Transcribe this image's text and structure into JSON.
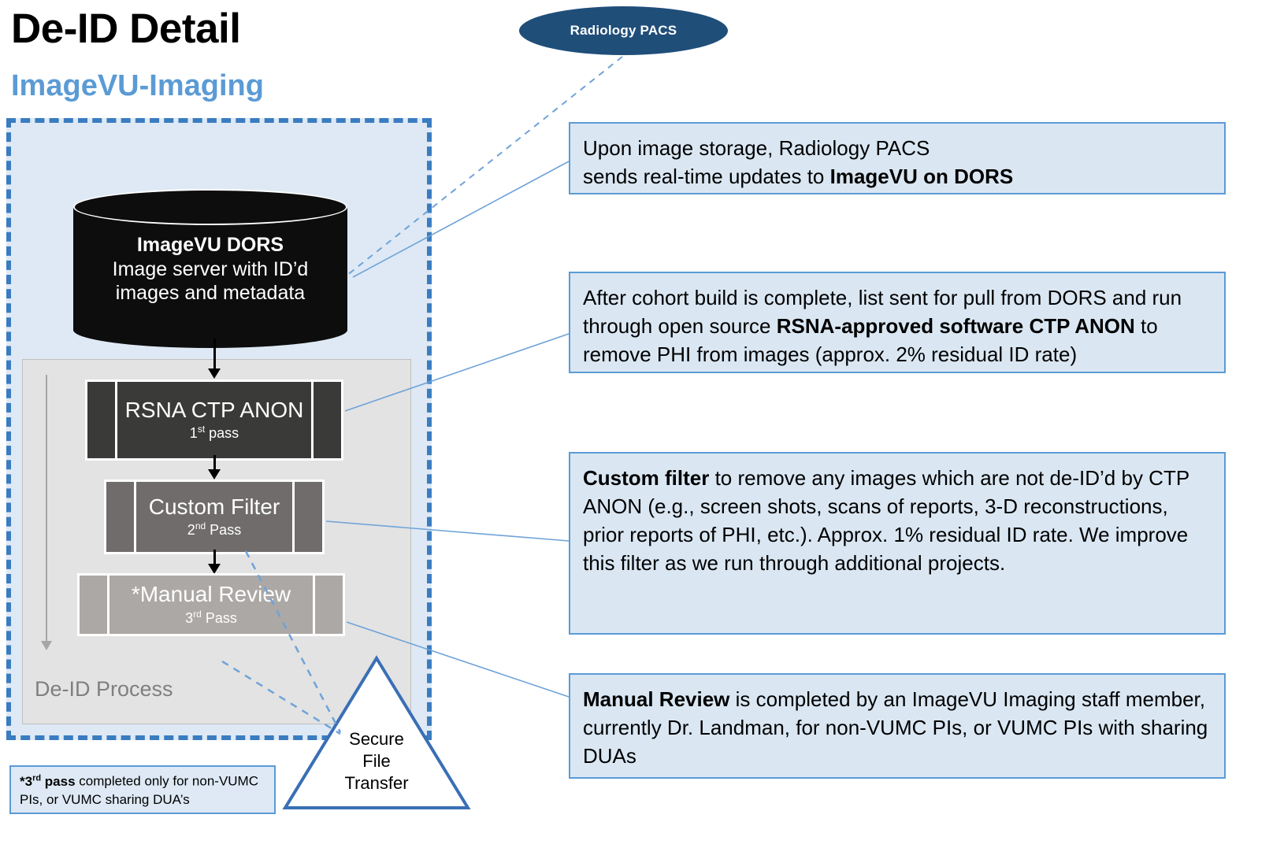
{
  "title": {
    "main": "De-ID Detail",
    "sub": "ImageVU-Imaging"
  },
  "source_node": {
    "label": "Radiology PACS",
    "shape": "ellipse",
    "fill": "#1F4E79",
    "text_color": "#ffffff"
  },
  "container": {
    "name": "ImageVU-Imaging boundary",
    "border_style": "dashed",
    "border_color": "#3A7CC0",
    "fill": "#DEE9F5"
  },
  "datastore": {
    "title": "ImageVU DORS",
    "line2": "Image server with ID’d",
    "line3": "images and metadata",
    "fill": "#0D0D0D"
  },
  "process_panel": {
    "label": "De-ID Process",
    "fill": "#E3E3E3",
    "label_color": "#7F7F7F"
  },
  "steps": [
    {
      "name": "rsna-ctp-anon",
      "title": "RSNA CTP ANON",
      "pass_prefix": "1",
      "pass_sup": "st",
      "pass_suffix": " pass",
      "fill": "#3A3A38"
    },
    {
      "name": "custom-filter",
      "title": "Custom Filter",
      "pass_prefix": "2",
      "pass_sup": "nd",
      "pass_suffix": " Pass",
      "fill": "#6F6C6B"
    },
    {
      "name": "manual-review",
      "title": "*Manual Review",
      "pass_prefix": "3",
      "pass_sup": "rd",
      "pass_suffix": " Pass",
      "fill": "#ACA8A6"
    }
  ],
  "transfer": {
    "line1": "Secure",
    "line2": "File",
    "line3": "Transfer",
    "outline": "#3A6FB5"
  },
  "footnote": {
    "star": "*3",
    "sup": "rd",
    "bold_tail": " pass",
    "rest": " completed only for non-VUMC PIs, or VUMC sharing DUA’s"
  },
  "callouts": [
    {
      "name": "callout-pacs-updates",
      "segments": [
        {
          "text": "Upon image storage, Radiology PACS",
          "bold": false,
          "break_after": true
        },
        {
          "text": "sends real-time updates to ",
          "bold": false
        },
        {
          "text": "ImageVU on DORS",
          "bold": true
        }
      ]
    },
    {
      "name": "callout-ctp-anon",
      "segments": [
        {
          "text": "After cohort build is complete, list sent for pull from DORS and run through open source ",
          "bold": false
        },
        {
          "text": "RSNA-approved software CTP ANON",
          "bold": true
        },
        {
          "text": " to remove PHI from images (approx. 2% residual ID rate)",
          "bold": false
        }
      ]
    },
    {
      "name": "callout-custom-filter",
      "segments": [
        {
          "text": "Custom filter",
          "bold": true
        },
        {
          "text": " to remove any images which are not de-ID’d by CTP ANON (e.g., screen shots, scans of reports, 3-D reconstructions, prior reports of PHI, etc.). Approx. 1% residual ID rate. We improve this filter as we run through additional projects.",
          "bold": false
        }
      ]
    },
    {
      "name": "callout-manual-review",
      "segments": [
        {
          "text": "Manual Review",
          "bold": true
        },
        {
          "text": " is completed by an ImageVU Imaging staff member, currently Dr. Landman, for non-VUMC PIs, or VUMC PIs with sharing DUAs",
          "bold": false
        }
      ]
    }
  ],
  "colors": {
    "accent_blue": "#5B9BD5",
    "dark_blue": "#1F4E79",
    "connector_blue": "#6FA3D8",
    "panel_gray": "#E3E3E3"
  }
}
